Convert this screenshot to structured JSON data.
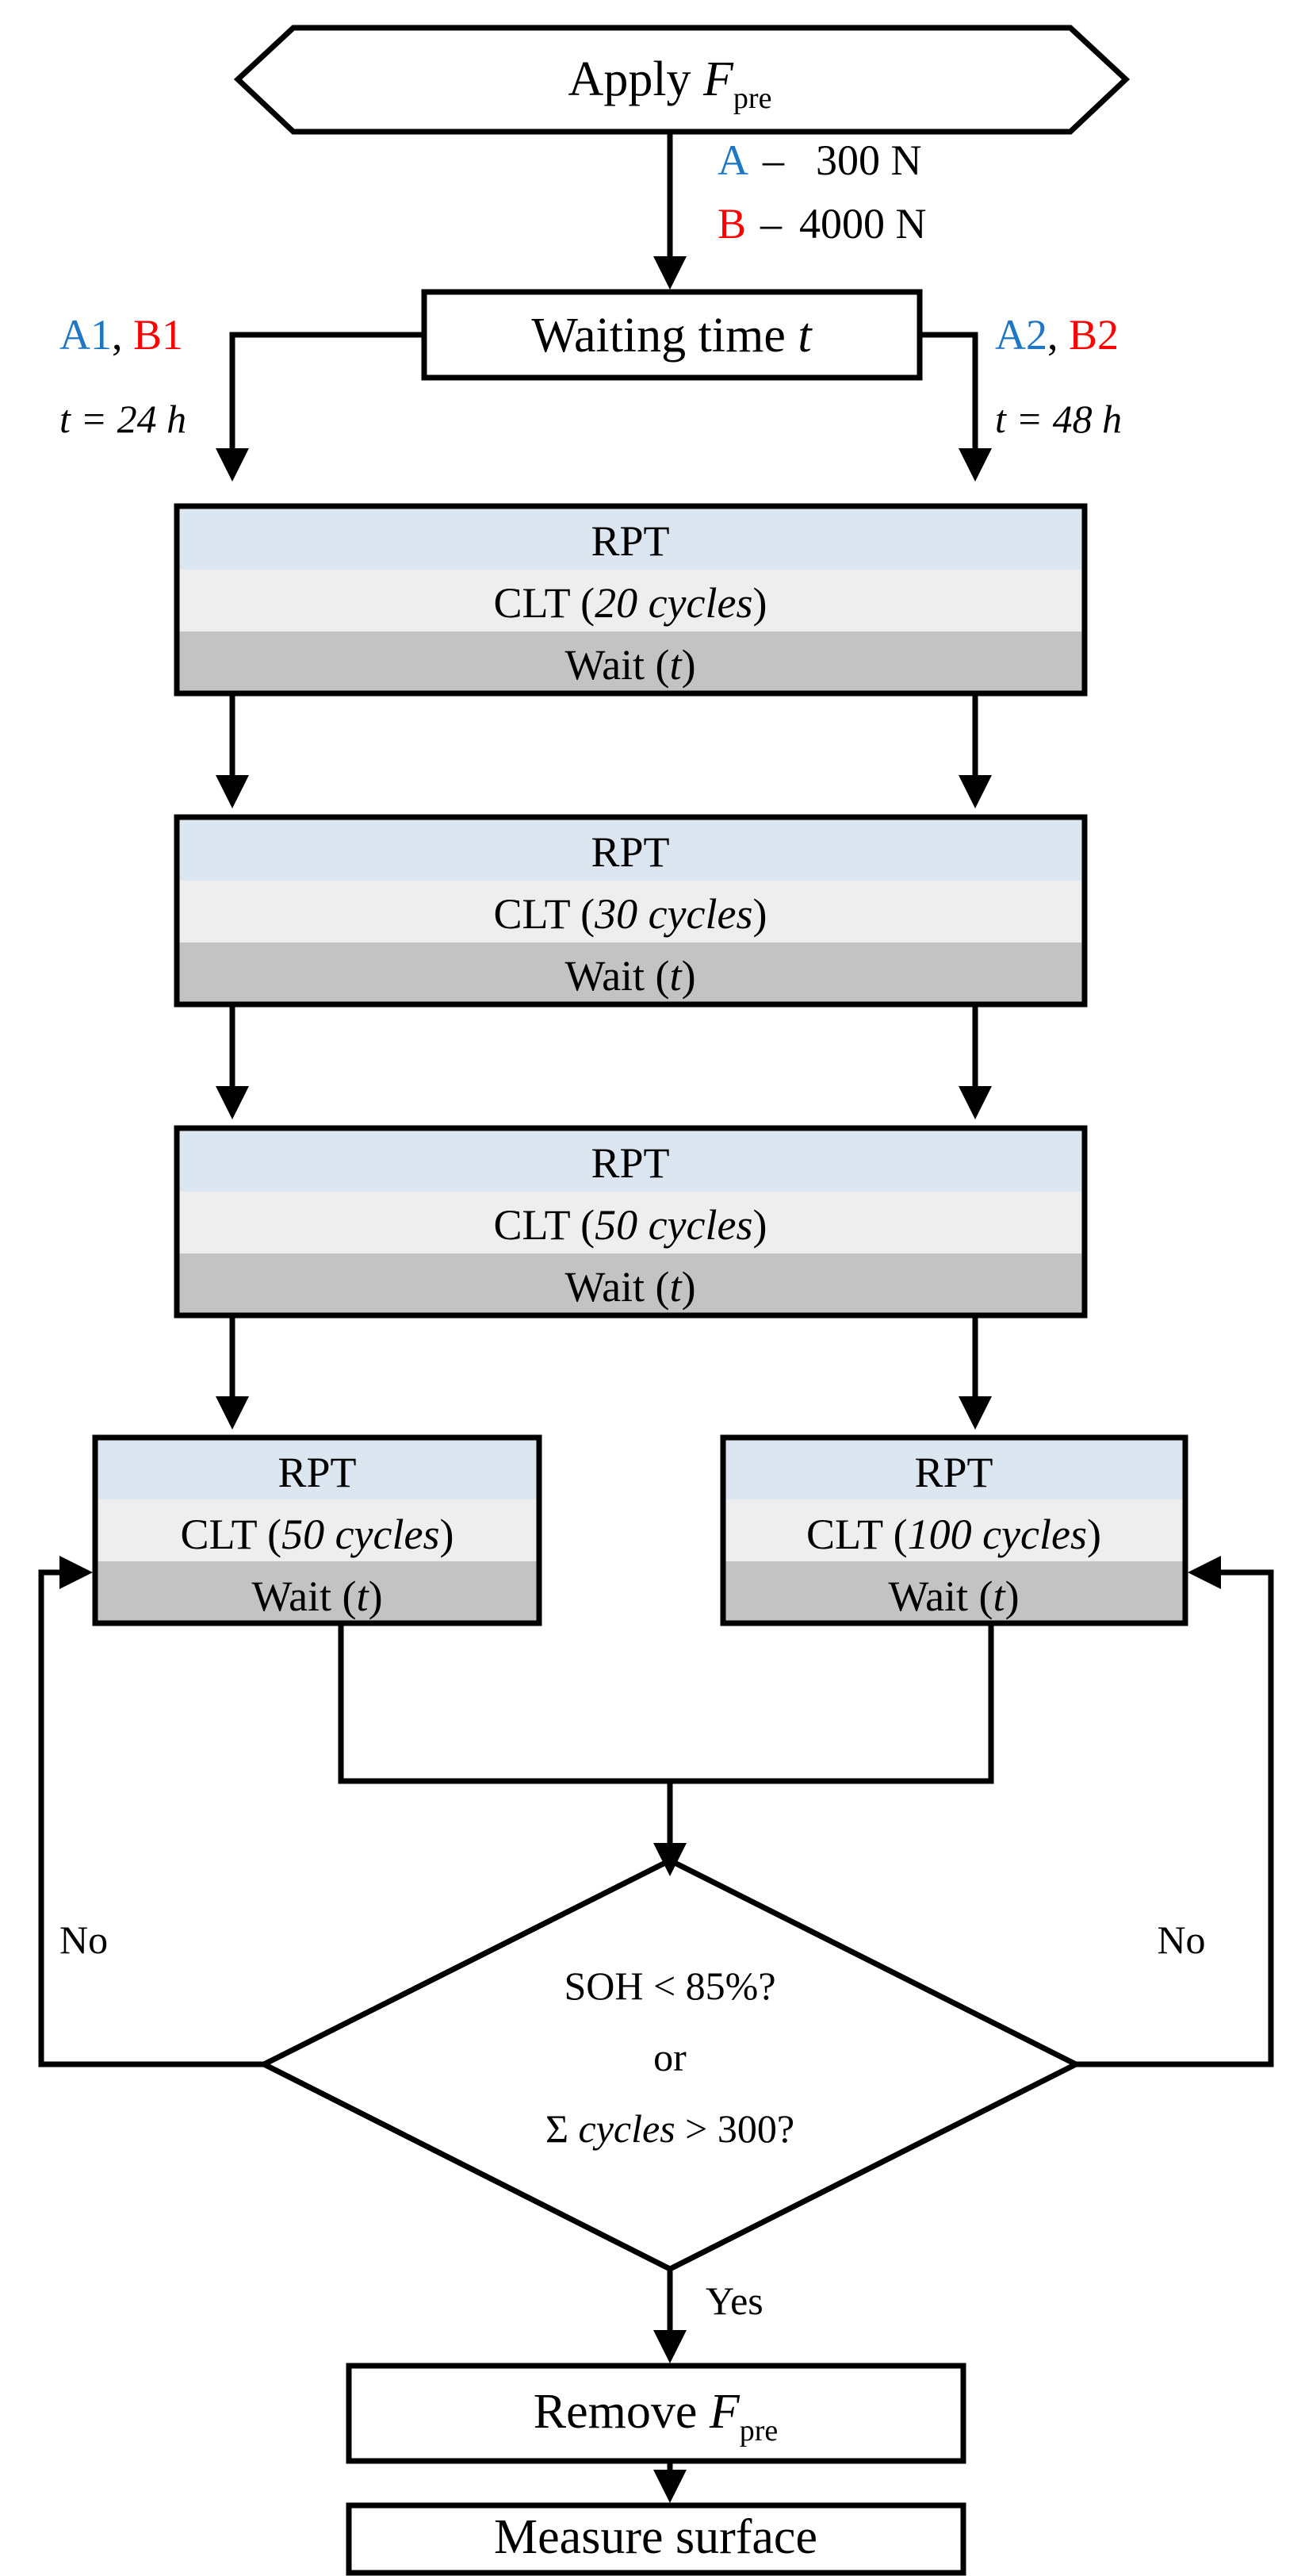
{
  "meta": {
    "diagram_type": "flowchart",
    "title": "Preload test sequence flowchart"
  },
  "colors": {
    "rpt_band": "#dce6f1",
    "clt_band": "#eeeeee",
    "wait_band": "#c3c3c3",
    "waiting_box": "#c3c3c3",
    "decision_fill": "#fbdf9a",
    "plain_box": "#ffffff",
    "stroke": "#000000",
    "label_a": "#1f77c4",
    "label_b": "#ff0000"
  },
  "start": {
    "label_main": "Apply ",
    "label_var": "F",
    "label_sub": "pre"
  },
  "force_legend": [
    {
      "code": "A",
      "code_color": "#1f77c4",
      "dash": "–",
      "value": "300 N"
    },
    {
      "code": "B",
      "code_color": "#ff0000",
      "dash": "–",
      "value": "4000 N"
    }
  ],
  "waiting": {
    "label": "Waiting time ",
    "var": "t"
  },
  "branches": {
    "left": {
      "code_a": "A1",
      "comma": ", ",
      "code_b": "B1",
      "time": "t = 24 h"
    },
    "right": {
      "code_a": "A2",
      "comma": ", ",
      "code_b": "B2",
      "time": "t = 48 h"
    }
  },
  "stages": [
    {
      "rpt": "RPT",
      "clt_prefix": "CLT (",
      "clt_cycles": "20 cycles",
      "clt_suffix": ")",
      "wait_prefix": "Wait (",
      "wait_var": "t",
      "wait_suffix": ")"
    },
    {
      "rpt": "RPT",
      "clt_prefix": "CLT (",
      "clt_cycles": "30 cycles",
      "clt_suffix": ")",
      "wait_prefix": "Wait (",
      "wait_var": "t",
      "wait_suffix": ")"
    },
    {
      "rpt": "RPT",
      "clt_prefix": "CLT (",
      "clt_cycles": "50 cycles",
      "clt_suffix": ")",
      "wait_prefix": "Wait (",
      "wait_var": "t",
      "wait_suffix": ")"
    }
  ],
  "loop_stages": {
    "left": {
      "rpt": "RPT",
      "clt_prefix": "CLT (",
      "clt_cycles": "50 cycles",
      "clt_suffix": ")",
      "wait_prefix": "Wait (",
      "wait_var": "t",
      "wait_suffix": ")"
    },
    "right": {
      "rpt": "RPT",
      "clt_prefix": "CLT (",
      "clt_cycles": "100 cycles",
      "clt_suffix": ")",
      "wait_prefix": "Wait (",
      "wait_var": "t",
      "wait_suffix": ")"
    }
  },
  "decision": {
    "line1": "SOH < 85%?",
    "line2": "or",
    "line3_sigma": "Σ ",
    "line3_cycles": "cycles",
    "line3_rest": " > 300?",
    "no_left": "No",
    "no_right": "No",
    "yes": "Yes"
  },
  "end_steps": [
    {
      "label_main": "Remove ",
      "label_var": "F",
      "label_sub": "pre"
    },
    {
      "label_main": "Measure surface",
      "label_var": "",
      "label_sub": ""
    }
  ]
}
